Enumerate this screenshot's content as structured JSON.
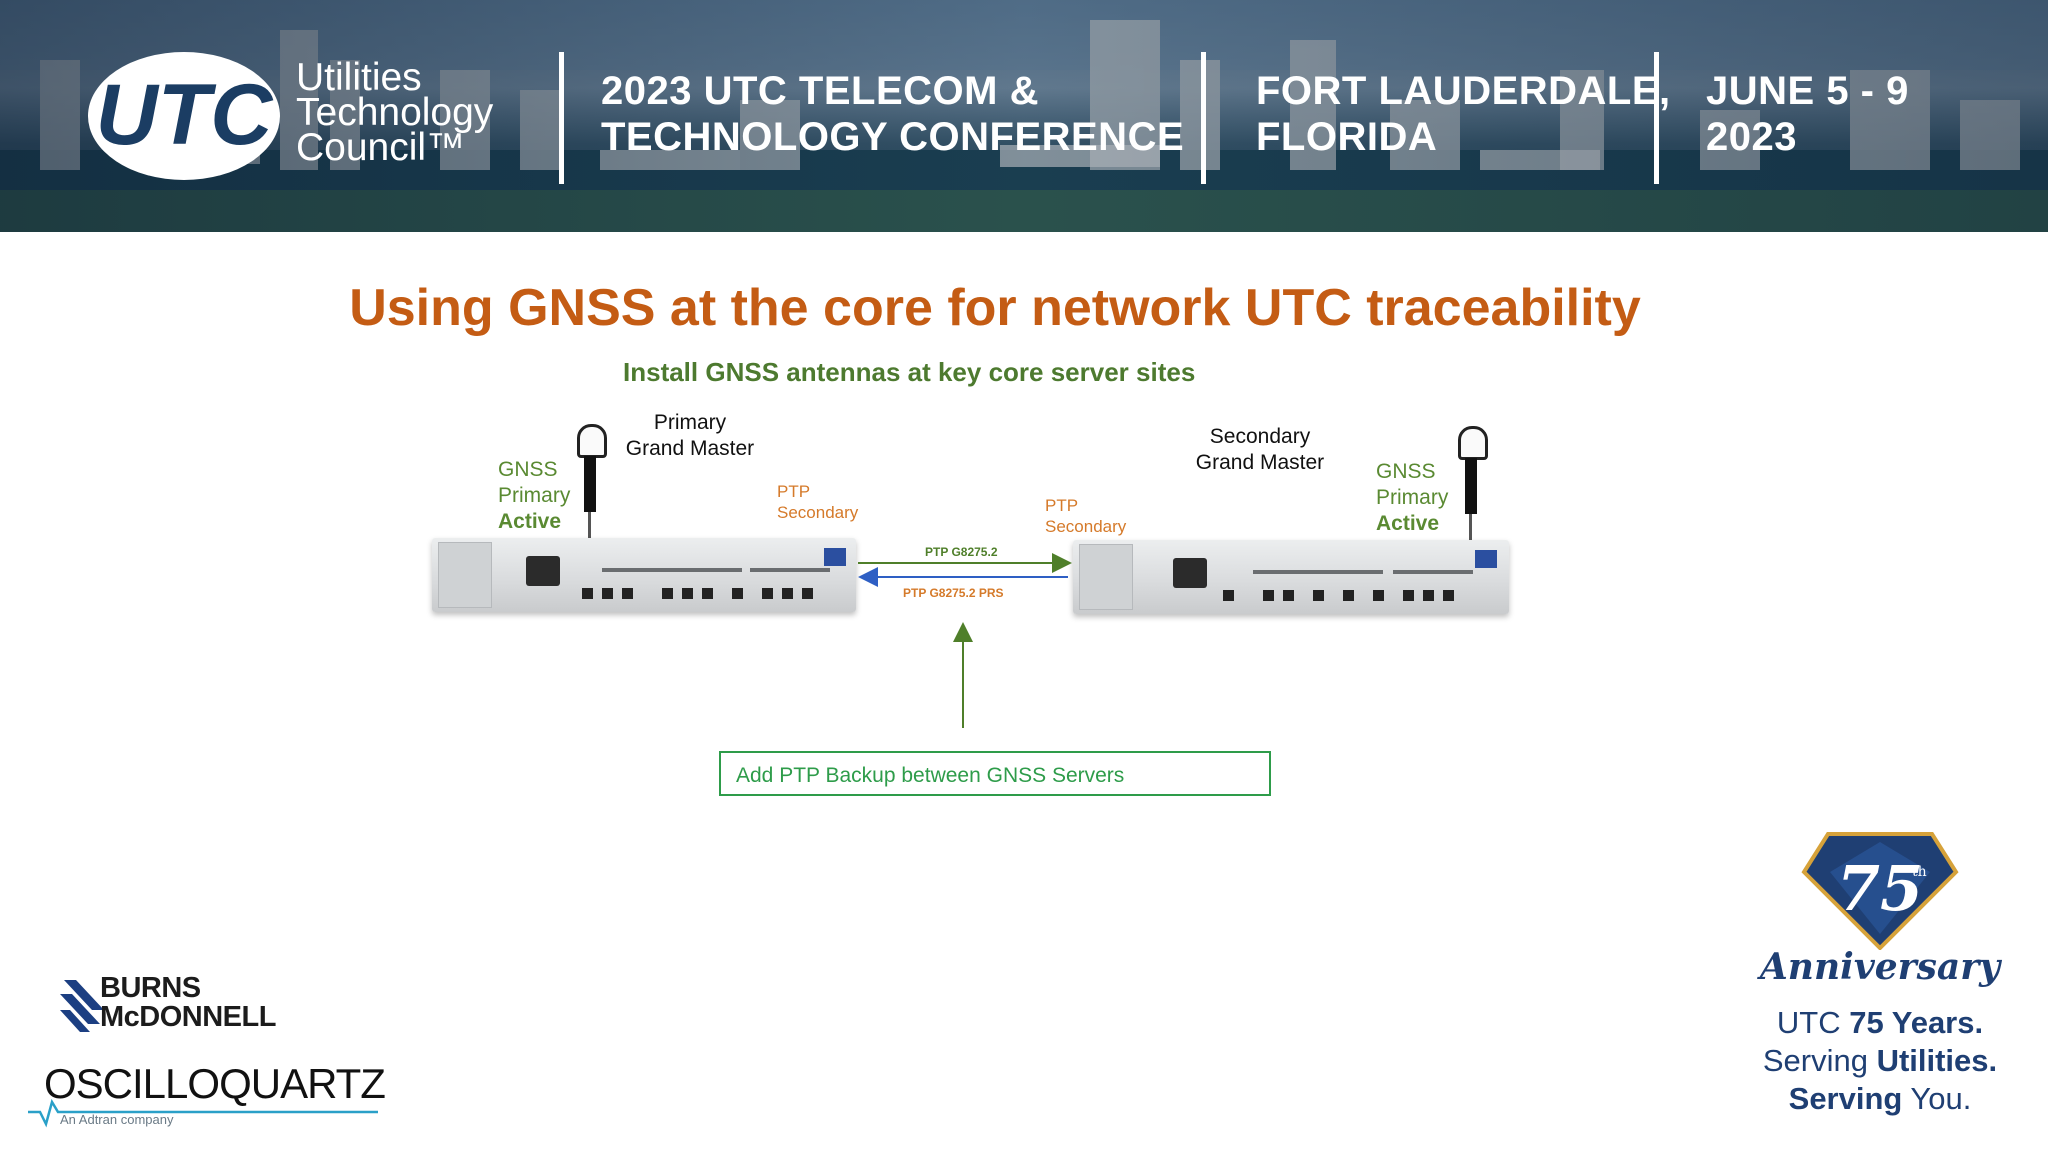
{
  "header": {
    "org_words": [
      "Utilities",
      "Technology",
      "Council™"
    ],
    "logo_text": "UTC",
    "conference": [
      "2023 UTC TELECOM &",
      "TECHNOLOGY CONFERENCE"
    ],
    "location": [
      "FORT LAUDERDALE,",
      "FLORIDA"
    ],
    "dates": [
      "JUNE 5 - 9",
      "2023"
    ]
  },
  "slide": {
    "title": "Using GNSS at the core for network UTC traceability",
    "subtitle": "Install GNSS antennas at key core server sites",
    "left_site": {
      "role": [
        "Primary",
        "Grand Master"
      ],
      "gnss": [
        "GNSS",
        "Primary",
        "Active"
      ],
      "ptp": [
        "PTP",
        "Secondary"
      ]
    },
    "right_site": {
      "role": [
        "Secondary",
        "Grand Master"
      ],
      "gnss": [
        "GNSS",
        "Primary",
        "Active"
      ],
      "ptp": [
        "PTP",
        "Secondary"
      ]
    },
    "links": {
      "forward": "PTP G8275.2",
      "reverse": "PTP G8275.2 PRS"
    },
    "callout": "Add PTP Backup between GNSS Servers"
  },
  "sponsors": {
    "burns": [
      "BURNS",
      "McDONNELL"
    ],
    "oscilloquartz": "OSCILLOQUARTZ",
    "oscilloquartz_sub": "An Adtran company"
  },
  "anniversary": {
    "badge_number": "75",
    "badge_suffix": "th",
    "word": "Anniversary",
    "lines": [
      {
        "plain": "UTC ",
        "bold": "75 Years."
      },
      {
        "plain": "Serving ",
        "bold": "Utilities."
      },
      {
        "plain": "Serving ",
        "bold": "You.",
        "bold_first": "Serving"
      }
    ]
  },
  "colors": {
    "title": "#c45c14",
    "subtitle": "#4d7a2f",
    "gnss_label": "#5a8a32",
    "ptp_label": "#d57a2a",
    "forward_arrow": "#4f7f2a",
    "reverse_arrow": "#2e5fc4",
    "callout": "#2e9c4a",
    "anniversary": "#1f3f73"
  }
}
